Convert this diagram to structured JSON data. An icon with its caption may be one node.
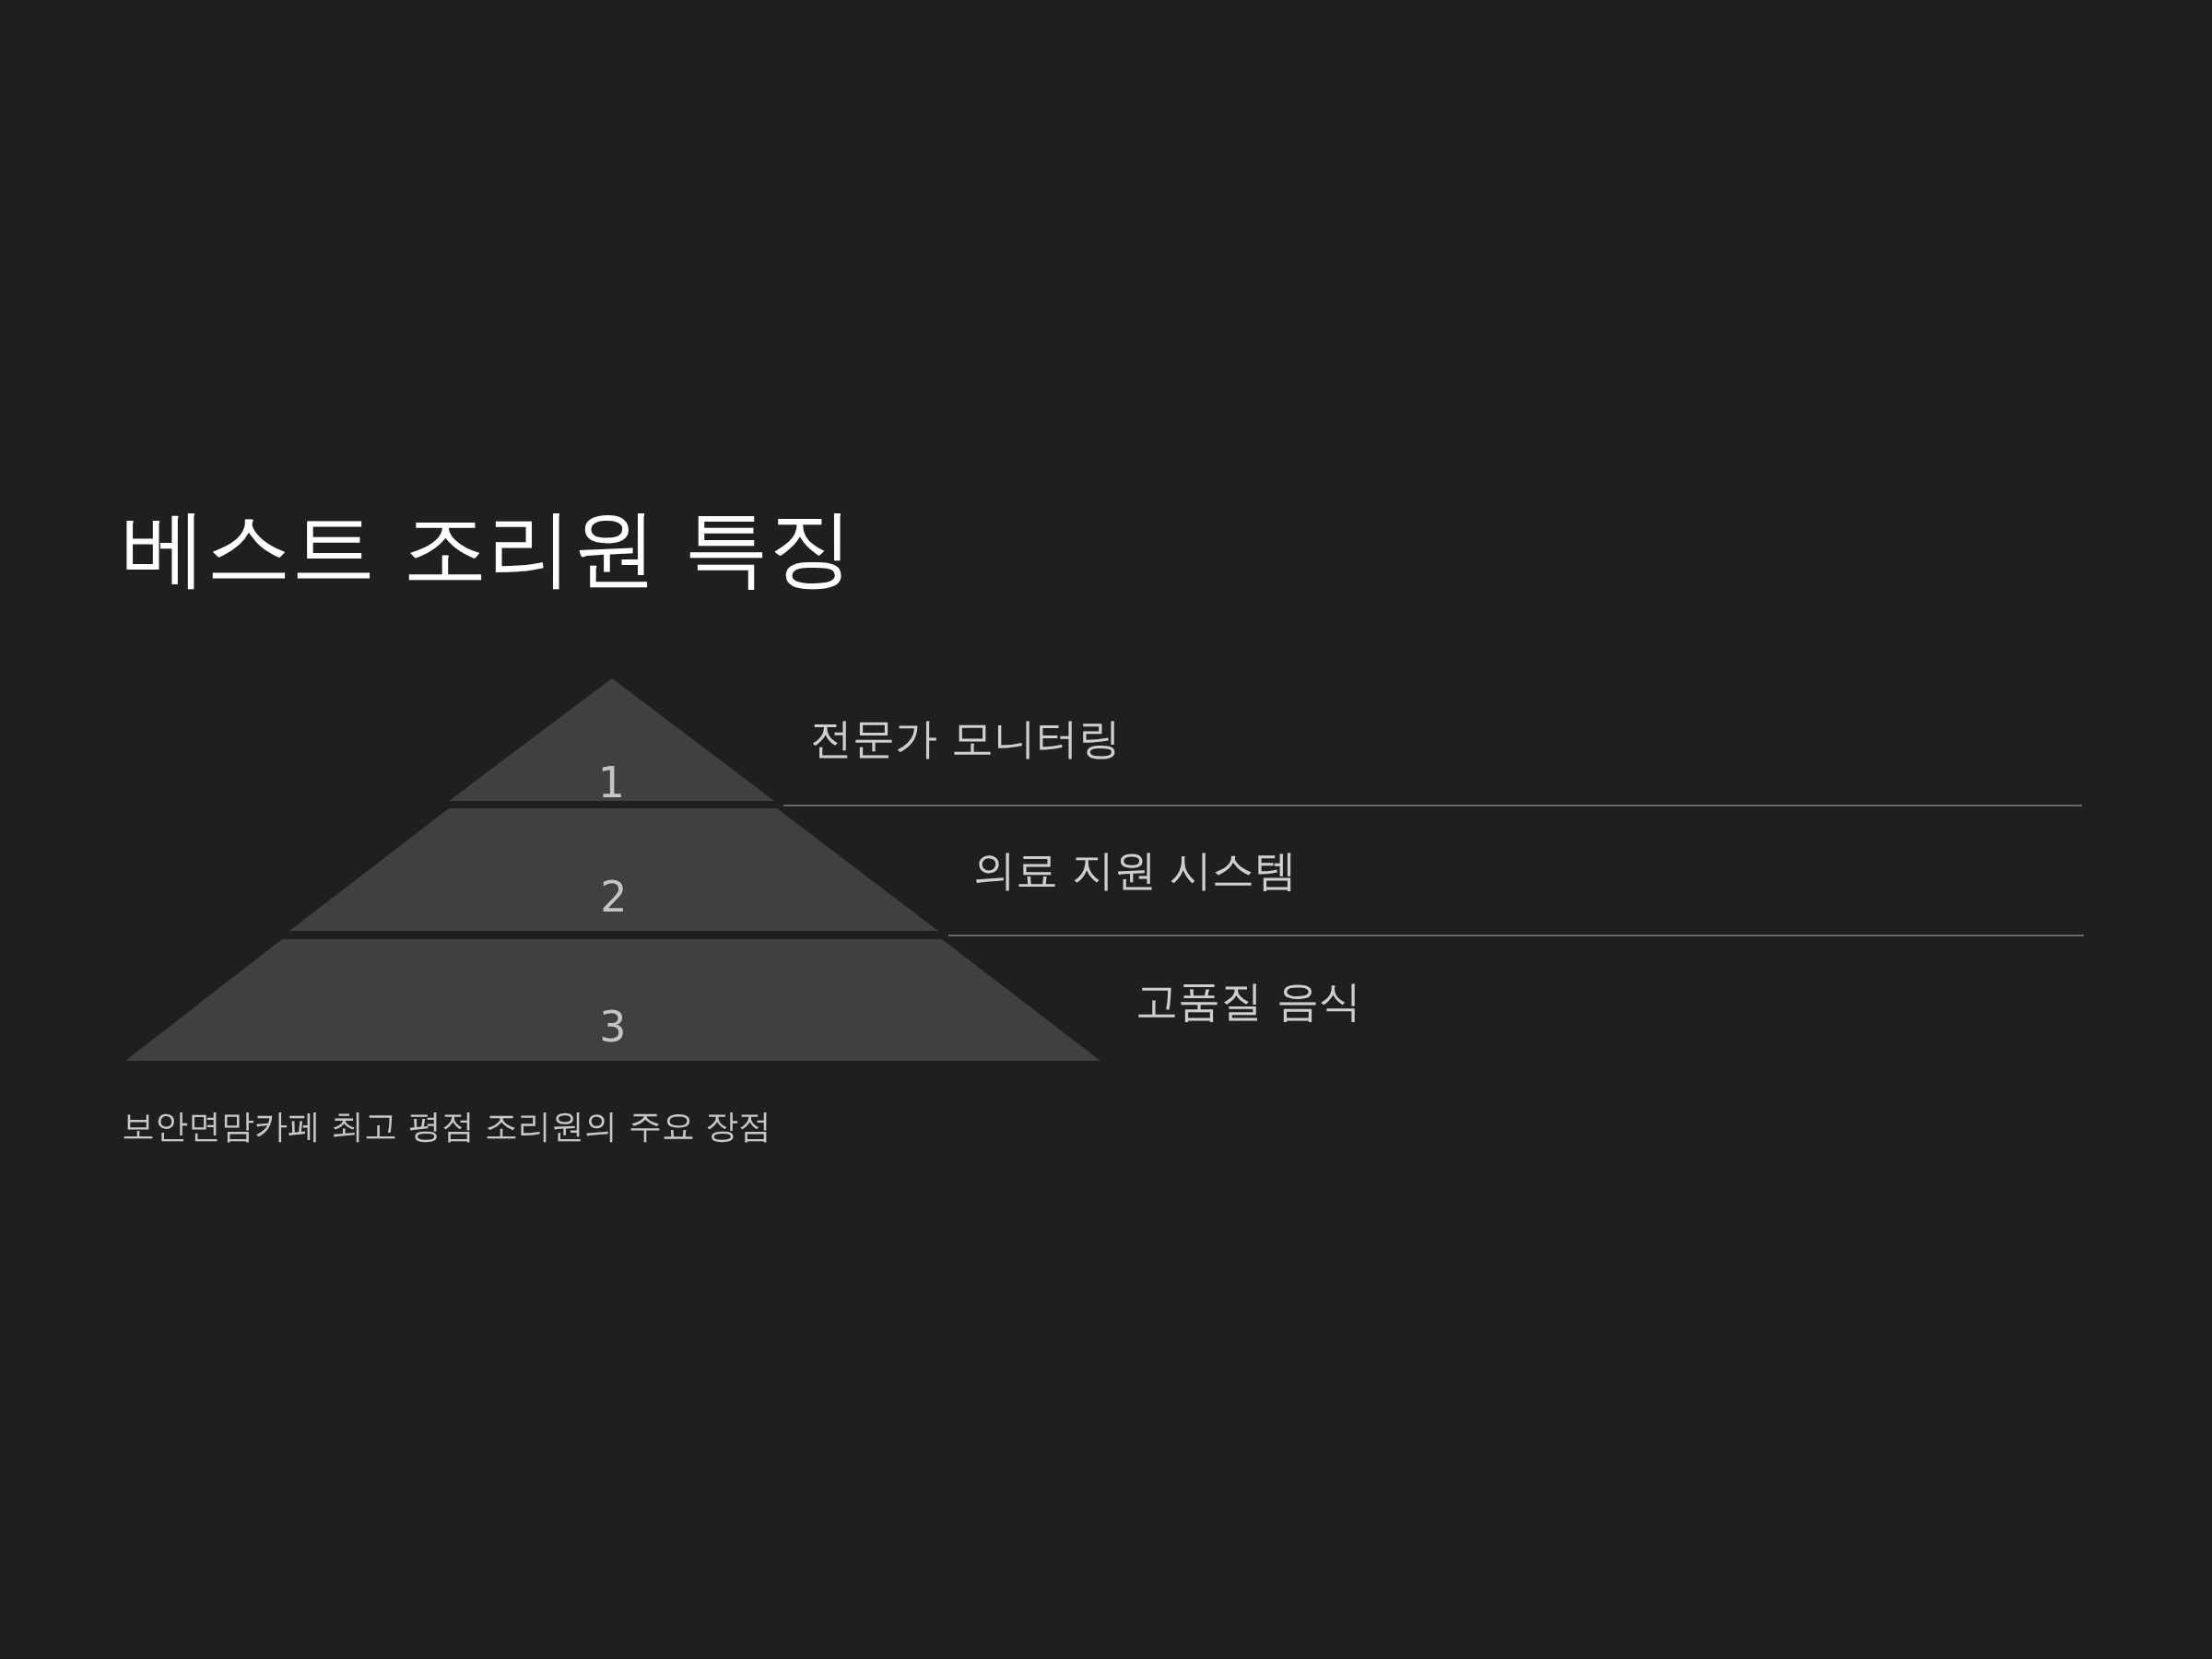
{
  "diagram": {
    "title": "베스트 조리원 특징",
    "caption": "보안면맘카페 최고 평점 조리원의 주요 장점",
    "nodes": [
      {
        "text": [
          "1"
        ],
        "beside": [
          "전문가 모니터링"
        ]
      },
      {
        "text": [
          "2"
        ],
        "beside": [
          "의료 지원 시스템"
        ]
      },
      {
        "text": [
          "3"
        ],
        "beside": [
          "고품질 음식"
        ]
      }
    ]
  }
}
